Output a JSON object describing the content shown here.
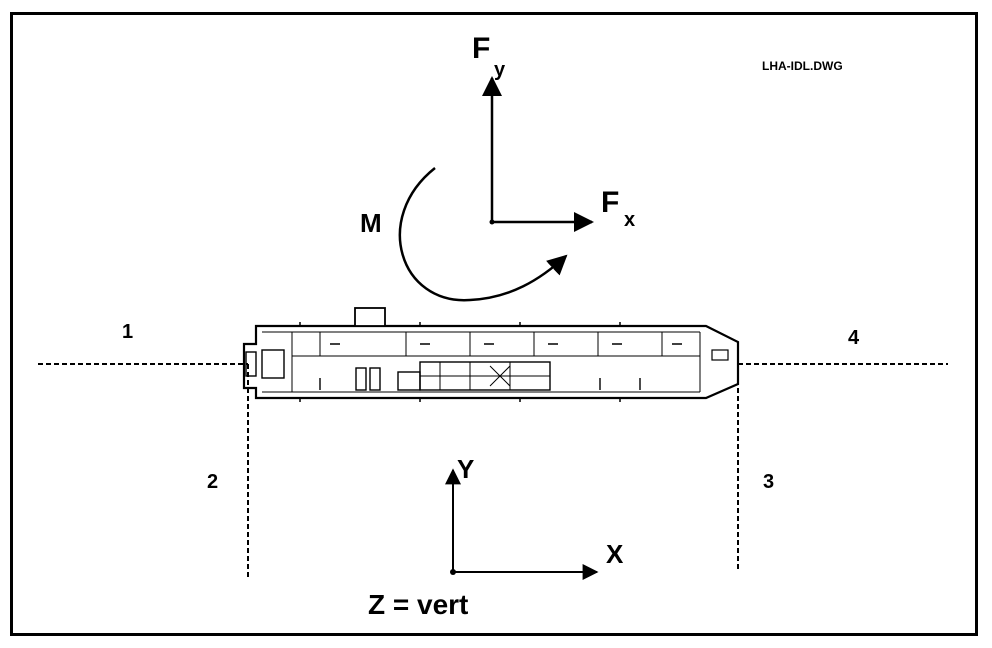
{
  "drawing_label": "LHA-IDL.DWG",
  "forces": {
    "fy_main": "F",
    "fy_sub": "y",
    "fx_main": "F",
    "fx_sub": "x",
    "moment": "M"
  },
  "edge_labels": {
    "edge_1": "1",
    "edge_2": "2",
    "edge_3": "3",
    "edge_4": "4"
  },
  "axes": {
    "y_label": "Y",
    "x_label": "X",
    "z_label": "Z = vert"
  },
  "colors": {
    "line": "#000000",
    "background": "#ffffff"
  }
}
